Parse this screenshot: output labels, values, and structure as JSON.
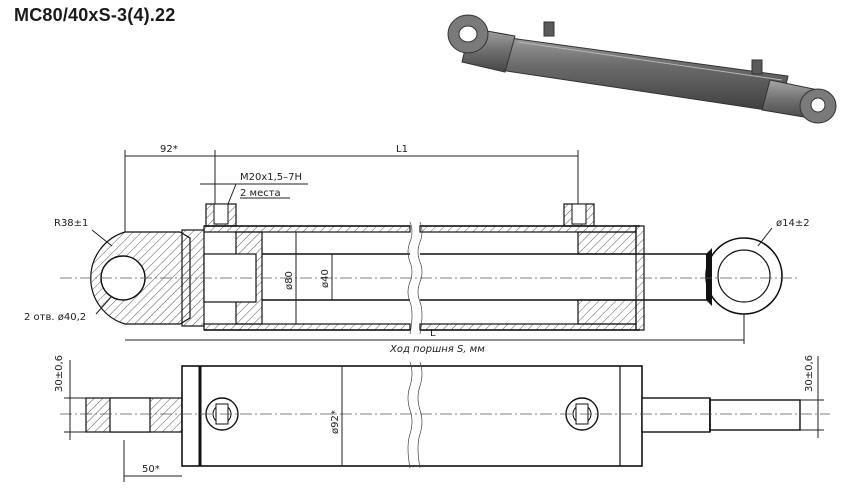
{
  "title": "МС80/40хS-3(4).22",
  "dimensions": {
    "d92_top": "92*",
    "l1": "L1",
    "thread": "M20x1,5–7H",
    "thread_qty": "2 места",
    "r38": "R38±1",
    "d80": "ø80",
    "d40": "ø40",
    "d14": "ø14±2",
    "holes": "2 отв. ø40,2",
    "l": "L",
    "stroke": "Ход поршня S, мм",
    "w30_left": "30±0,6",
    "w30_right": "30±0,6",
    "d92_bottom": "ø92*",
    "w50": "50*"
  },
  "colors": {
    "line": "#222222",
    "render_body": "#6e6e6e"
  }
}
